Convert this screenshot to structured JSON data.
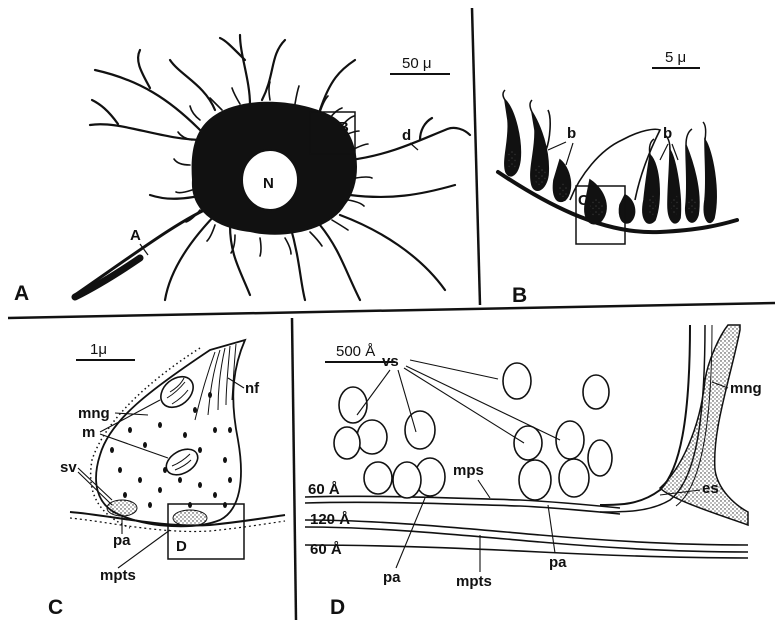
{
  "panels": {
    "A": {
      "letter": "A",
      "scale": "50 μ",
      "labels": {
        "nucleus": "N",
        "axon": "A",
        "dendrite": "d",
        "box": "B"
      }
    },
    "B": {
      "letter": "B",
      "scale": "5 μ",
      "labels": {
        "bouton_left": "b",
        "bouton_right": "b",
        "box": "C"
      }
    },
    "C": {
      "letter": "C",
      "scale": "1μ",
      "labels": {
        "mng": "mng",
        "m": "m",
        "sv": "sv",
        "nf": "nf",
        "pa": "pa",
        "mpts": "mpts",
        "box": "D"
      }
    },
    "D": {
      "letter": "D",
      "scale": "500 Å",
      "labels": {
        "vs": "vs",
        "mng": "mng",
        "mps": "mps",
        "es": "es",
        "pa_left": "pa",
        "pa_right": "pa",
        "mpts": "mpts"
      },
      "dims": {
        "d1": "60 Å",
        "d2": "120 Å",
        "d3": "60 Å"
      }
    }
  }
}
